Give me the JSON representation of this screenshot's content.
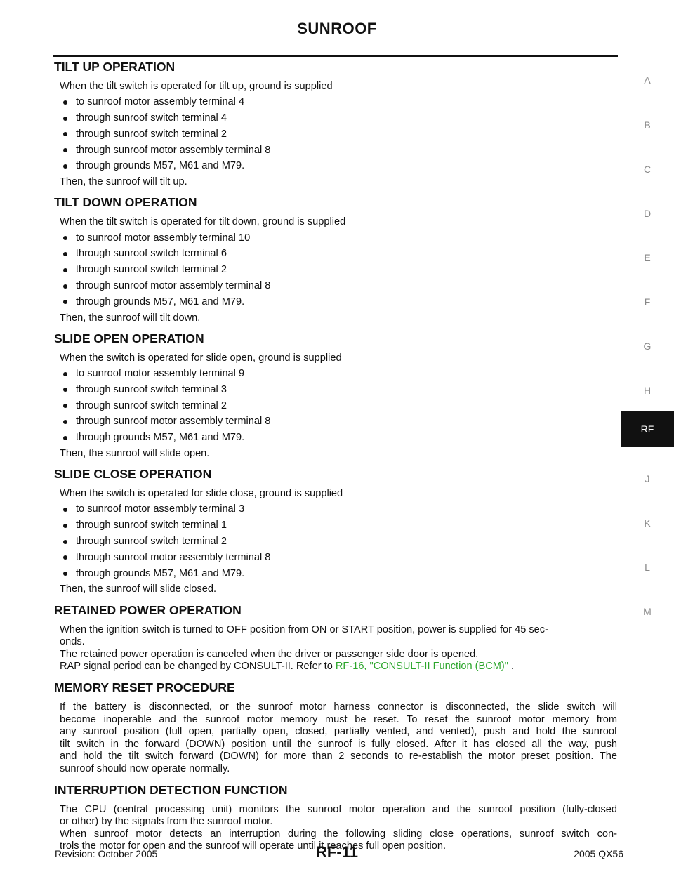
{
  "header": {
    "title": "SUNROOF"
  },
  "sections": [
    {
      "heading": "TILT UP OPERATION",
      "intro": "When the tilt switch is operated for tilt up, ground is supplied",
      "bullets": [
        "to sunroof motor assembly terminal 4",
        "through sunroof switch terminal 4",
        "through sunroof switch terminal 2",
        "through sunroof motor assembly terminal 8",
        "through grounds M57, M61 and M79."
      ],
      "outro": "Then, the sunroof will tilt up."
    },
    {
      "heading": "TILT DOWN OPERATION",
      "intro": "When the tilt switch is operated for tilt down, ground is supplied",
      "bullets": [
        "to sunroof motor assembly terminal 10",
        "through sunroof switch terminal 6",
        "through sunroof switch terminal 2",
        "through sunroof motor assembly terminal 8",
        "through grounds M57, M61 and M79."
      ],
      "outro": "Then, the sunroof will tilt down."
    },
    {
      "heading": "SLIDE OPEN OPERATION",
      "intro": "When the switch is operated for slide open, ground is supplied",
      "bullets": [
        "to sunroof motor assembly terminal 9",
        "through sunroof switch terminal 3",
        "through sunroof switch terminal 2",
        "through sunroof motor assembly terminal 8",
        "through grounds M57, M61 and M79."
      ],
      "outro": "Then, the sunroof will slide open."
    },
    {
      "heading": "SLIDE CLOSE OPERATION",
      "intro": "When the switch is operated for slide close, ground is supplied",
      "bullets": [
        "to sunroof motor assembly terminal 3",
        "through sunroof switch terminal 1",
        "through sunroof switch terminal 2",
        "through sunroof motor assembly terminal 8",
        "through grounds M57, M61 and M79."
      ],
      "outro": "Then, the sunroof will slide closed."
    }
  ],
  "retained": {
    "heading": "RETAINED POWER OPERATION",
    "line1": "When the ignition switch is turned to OFF position from ON or START position, power is supplied for 45 sec-",
    "line2": "onds.",
    "line3": "The retained power operation is canceled when the driver or passenger side door is opened.",
    "line4_pre": "RAP signal period can be changed by CONSULT-II. Refer to ",
    "link": "RF-16, \"CONSULT-II Function (BCM)\"",
    "line4_post": " ."
  },
  "memory": {
    "heading": "MEMORY RESET PROCEDURE",
    "lines": [
      "If the battery is disconnected, or the sunroof motor harness connector is disconnected, the slide switch will",
      "become inoperable and the sunroof motor memory must be reset. To reset the sunroof motor memory from",
      "any sunroof position (full open, partially open, closed, partially vented, and vented), push and hold the sunroof",
      "tilt switch in the forward (DOWN) position until the sunroof is fully closed. After it has closed all the way, push",
      "and hold the tilt switch forward (DOWN) for more than 2 seconds to re-establish the motor preset position. The",
      "sunroof should now operate normally."
    ]
  },
  "interruption": {
    "heading": "INTERRUPTION DETECTION FUNCTION",
    "lines": [
      "The CPU (central processing unit) monitors the sunroof motor operation and the sunroof position (fully-closed",
      "or other) by the signals from the sunroof motor.",
      "When sunroof motor detects an interruption during the following sliding close operations, sunroof switch con-",
      "trols the motor for open and the sunroof will operate until it reaches full open position."
    ]
  },
  "side_index": {
    "tabs": [
      "A",
      "B",
      "C",
      "D",
      "E",
      "F",
      "G",
      "H",
      "RF",
      "J",
      "K",
      "L",
      "M"
    ],
    "active": "RF"
  },
  "footer": {
    "revision": "Revision: October 2005",
    "page": "RF-11",
    "model": "2005 QX56"
  },
  "colors": {
    "link": "#2ba52b",
    "active_tab_bg": "#111111"
  }
}
